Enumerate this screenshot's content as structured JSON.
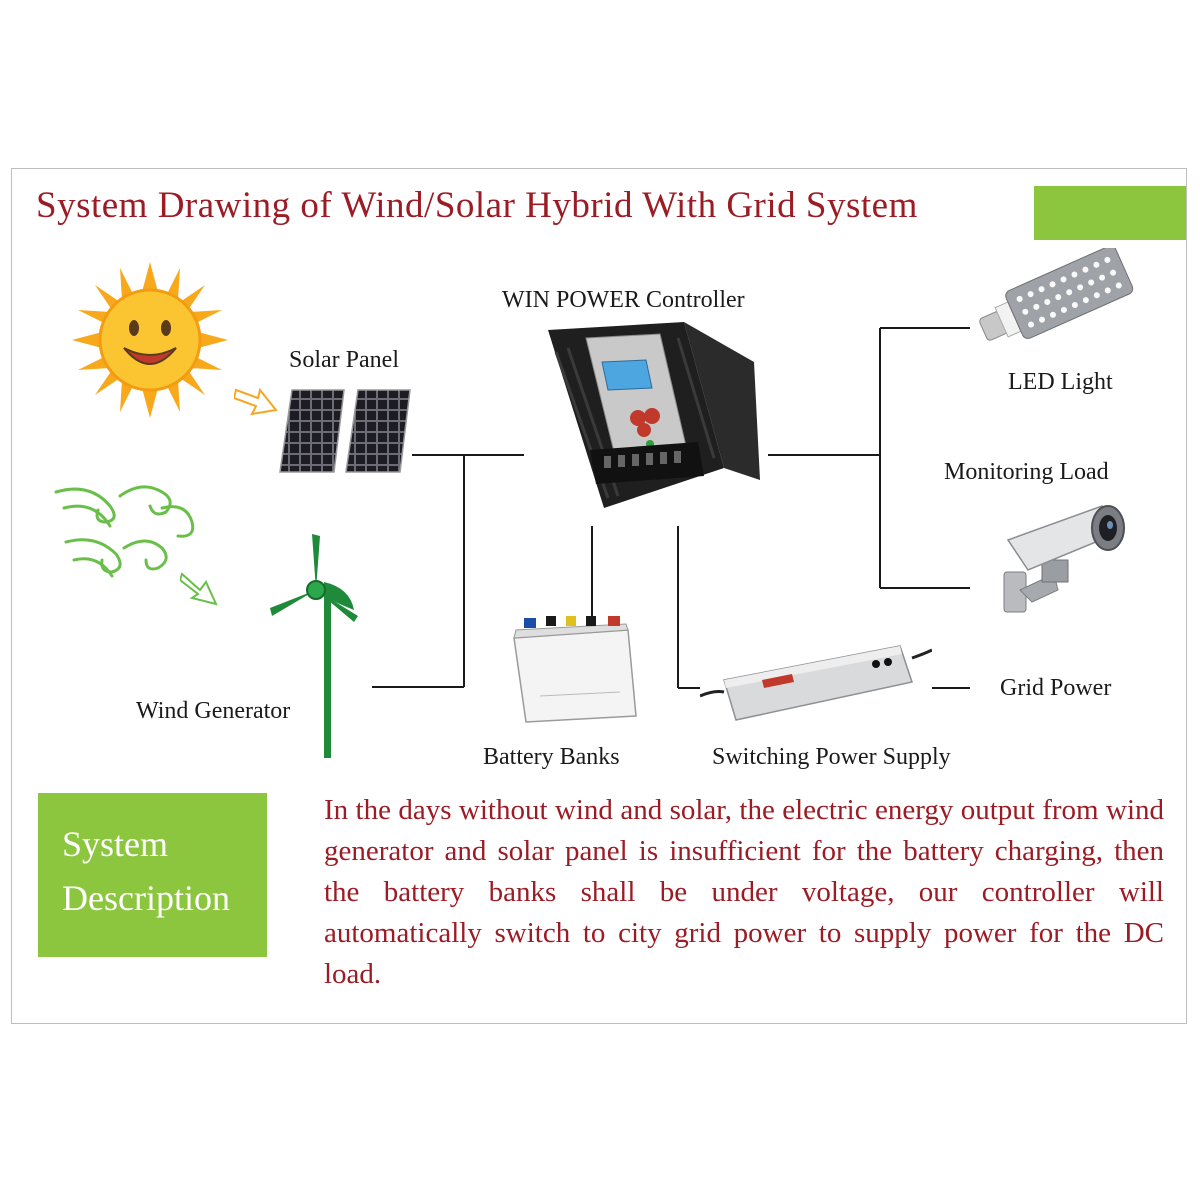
{
  "title": "System Drawing of Wind/Solar Hybrid With Grid System",
  "labels": {
    "controller": "WIN POWER Controller",
    "solar_panel": "Solar Panel",
    "wind_generator": "Wind Generator",
    "battery_banks": "Battery Banks",
    "switching_power_supply": "Switching Power Supply",
    "led_light": "LED Light",
    "monitoring_load": "Monitoring Load",
    "grid_power": "Grid Power"
  },
  "description": {
    "heading_line1": "System",
    "heading_line2": "Description",
    "text": "In the days without wind and solar, the electric energy output from wind generator and solar panel is insufficient for the battery charging, then the battery banks shall be under voltage, our controller will automatically switch to city grid power to supply power for the DC load."
  },
  "colors": {
    "title": "#9b1c25",
    "accent_green": "#8cc63f",
    "description_text": "#9b1c25",
    "connector_lines": "#1a1a1a"
  }
}
